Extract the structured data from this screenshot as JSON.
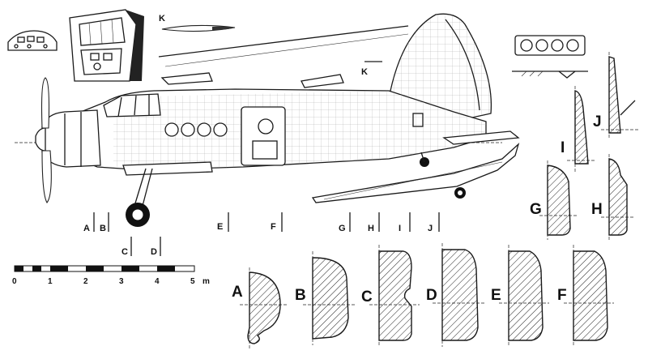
{
  "section_labels": {
    "k_top": "K",
    "k_fin": "K",
    "row_a": "A",
    "row_b": "B",
    "row_c": "C",
    "row_d": "D",
    "row_e": "E",
    "row_f": "F",
    "row_g": "G",
    "row_h": "H",
    "row_i": "I",
    "row_j": "J"
  },
  "section_cuts": {
    "a": "A",
    "b": "B",
    "c": "C",
    "d": "D",
    "e": "E",
    "f": "F",
    "g": "G",
    "h": "H",
    "i": "I",
    "j": "J"
  },
  "scale_bar": {
    "ticks": [
      "0",
      "1",
      "2",
      "3",
      "4",
      "5"
    ],
    "unit": "m"
  },
  "colors": {
    "ink": "#1a1a1a",
    "paper": "#ffffff"
  }
}
